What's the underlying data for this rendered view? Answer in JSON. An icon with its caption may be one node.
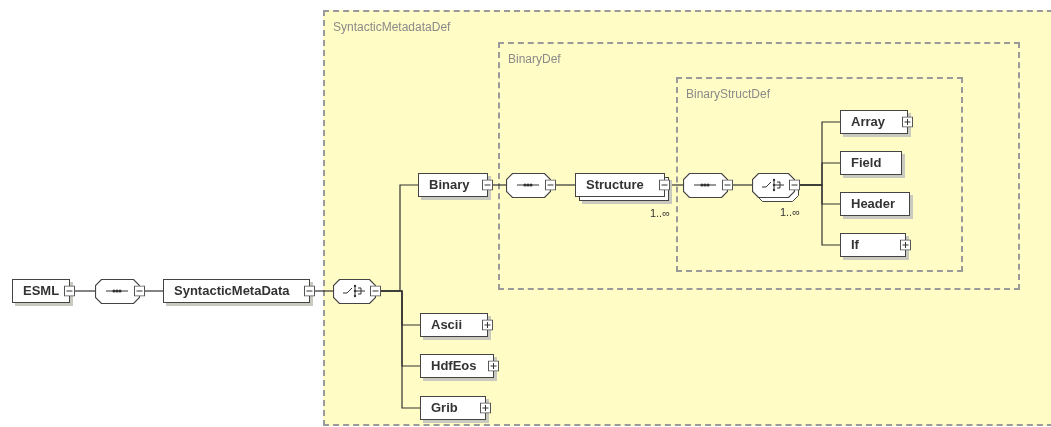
{
  "diagram": {
    "nodes": [
      {
        "text": [
          "ESML"
        ]
      },
      {
        "text": [],
        "shape": "octagon"
      },
      {
        "text": [
          "SyntacticMetaData"
        ]
      },
      {
        "text": [
          "SyntacticMetadataDef"
        ]
      },
      {
        "text": [],
        "shape": "octagon",
        "in": 3
      },
      {
        "text": [
          "Binary"
        ],
        "in": 3
      },
      {
        "text": [
          "BinaryDef"
        ],
        "in": 3
      },
      {
        "text": [],
        "shape": "octagon",
        "in": 6
      },
      {
        "text": [
          "Structure"
        ],
        "in": 6,
        "beside": [
          "1..∞"
        ]
      },
      {
        "text": [
          "BinaryStructDef"
        ],
        "in": 6
      },
      {
        "text": [],
        "shape": "octagon",
        "in": 9
      },
      {
        "text": [],
        "shape": "octagon",
        "in": 9,
        "beside": [
          "1..∞"
        ]
      },
      {
        "text": [
          "Array"
        ],
        "in": 9
      },
      {
        "text": [
          "Field"
        ],
        "in": 9
      },
      {
        "text": [
          "Header"
        ],
        "in": 9
      },
      {
        "text": [
          "If"
        ],
        "in": 9
      },
      {
        "text": [
          "Ascii"
        ],
        "in": 3
      },
      {
        "text": [
          "HdfEos"
        ],
        "in": 3
      },
      {
        "text": [
          "Grib"
        ],
        "in": 3
      }
    ],
    "edges": [
      {
        "from": 0,
        "to": 1,
        "arrow": "none"
      },
      {
        "from": 1,
        "to": 2,
        "arrow": "none"
      },
      {
        "from": 2,
        "to": 4,
        "arrow": "none"
      },
      {
        "from": 4,
        "to": 5,
        "arrow": "none"
      },
      {
        "from": 4,
        "to": 16,
        "arrow": "none"
      },
      {
        "from": 4,
        "to": 17,
        "arrow": "none"
      },
      {
        "from": 4,
        "to": 18,
        "arrow": "none"
      },
      {
        "from": 5,
        "to": 7,
        "arrow": "none"
      },
      {
        "from": 7,
        "to": 8,
        "arrow": "none"
      },
      {
        "from": 8,
        "to": 10,
        "arrow": "none"
      },
      {
        "from": 10,
        "to": 11,
        "arrow": "none"
      },
      {
        "from": 11,
        "to": 12,
        "arrow": "none"
      },
      {
        "from": 11,
        "to": 13,
        "arrow": "none"
      },
      {
        "from": 11,
        "to": 14,
        "arrow": "none"
      },
      {
        "from": 11,
        "to": 15,
        "arrow": "none"
      }
    ]
  }
}
